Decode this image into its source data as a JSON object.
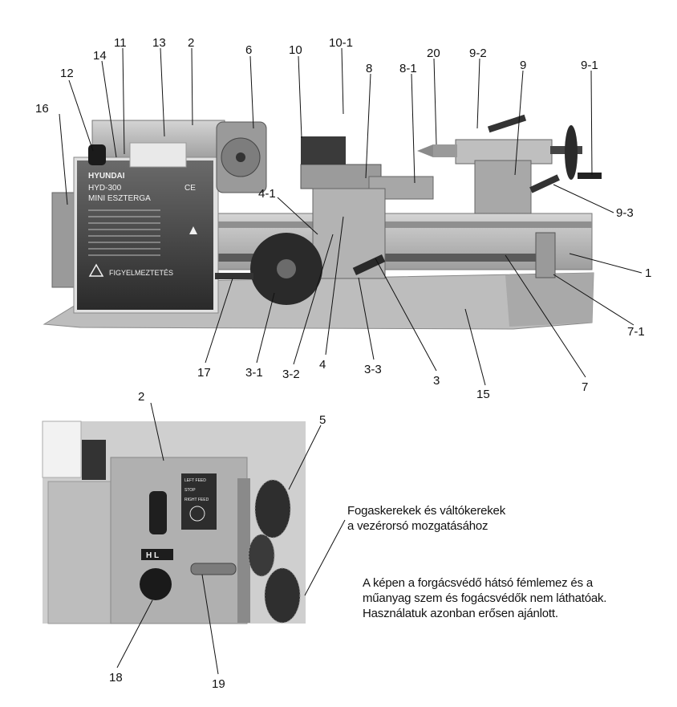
{
  "callouts": {
    "c16": "16",
    "c12": "12",
    "c14": "14",
    "c11": "11",
    "c13": "13",
    "c2": "2",
    "c6": "6",
    "c10": "10",
    "c10_1": "10-1",
    "c8": "8",
    "c8_1": "8-1",
    "c20": "20",
    "c9_2": "9-2",
    "c9": "9",
    "c9_1": "9-1",
    "c9_3": "9-3",
    "c4_1": "4-1",
    "c1": "1",
    "c7_1": "7-1",
    "c7": "7",
    "c15": "15",
    "c3": "3",
    "c3_3": "3-3",
    "c4": "4",
    "c3_2": "3-2",
    "c3_1": "3-1",
    "c17": "17",
    "d2": "2",
    "d5": "5",
    "d18": "18",
    "d19": "19"
  },
  "machine_plate": {
    "brand": "HYUNDAI",
    "model": "HYD-300",
    "name": "MINI ESZTERGA",
    "warning": "FIGYELMEZTETÉS",
    "ce_mark": "CE"
  },
  "gearbox_panel": {
    "left_feed": "LEFT FEED",
    "stop": "STOP",
    "right_feed": "RIGHT FEED",
    "selector": "H  L"
  },
  "captions": {
    "gear_line1": "Fogaskerekek és váltókerekek",
    "gear_line2": "a vezérorsó mozgatásához",
    "note_line1": "A képen a forgácsvédő hátsó fémlemez és a",
    "note_line2": "műanyag szem és fogácsvédők nem láthatóak.",
    "note_line3": "Használatuk azonban erősen ajánlott."
  },
  "colors": {
    "machine_body": "#b9b9b9",
    "dark_metal": "#2b2b2b",
    "panel_dark": "#4a4a4a",
    "ink": "#111111"
  }
}
